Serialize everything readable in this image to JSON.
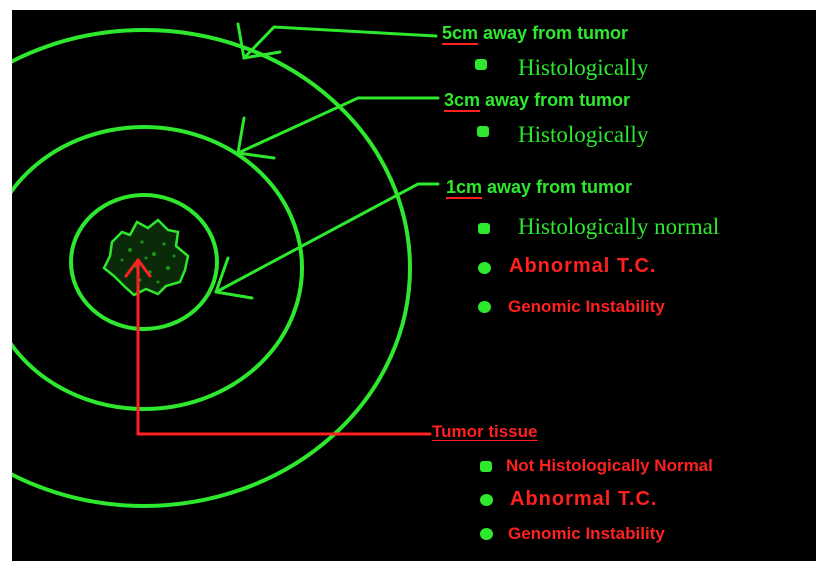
{
  "colors": {
    "background": "#000000",
    "green": "#2ee82e",
    "red": "#ff2020"
  },
  "labels": {
    "cm5": {
      "value": "5cm",
      "rest": " away from tumor"
    },
    "cm3": {
      "value": "3cm",
      "rest": " away from tumor"
    },
    "cm1": {
      "value": "1cm",
      "rest": " away from tumor"
    },
    "histo_5": "Histologically",
    "histo_3": "Histologically",
    "histo_1": "Histologically normal",
    "abnormal_1": "Abnormal T.C.",
    "genomic_1": "Genomic Instability",
    "tumor_tissue": "Tumor tissue",
    "not_histo": "Not Histologically Normal",
    "abnormal_t": "Abnormal T.C.",
    "genomic_t": "Genomic Instability"
  }
}
